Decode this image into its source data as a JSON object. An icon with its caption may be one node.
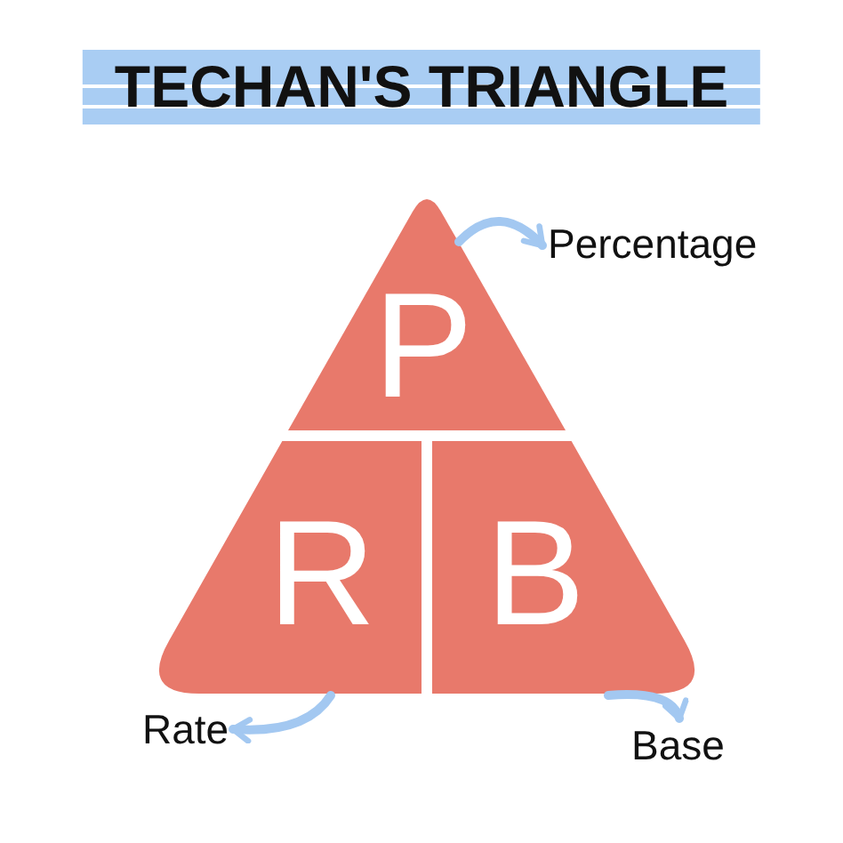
{
  "diagram": {
    "title": "TECHAN'S TRIANGLE",
    "nodes": [
      {
        "text": [
          "P"
        ]
      },
      {
        "text": [
          "R"
        ]
      },
      {
        "text": [
          "B"
        ]
      },
      {
        "text": [
          "Percentage"
        ]
      },
      {
        "text": [
          "Rate"
        ]
      },
      {
        "text": [
          "Base"
        ]
      }
    ],
    "edges": [
      {
        "from": 0,
        "to": 3,
        "arrow": "to"
      },
      {
        "from": 1,
        "to": 4,
        "arrow": "to"
      },
      {
        "from": 2,
        "to": 5,
        "arrow": "to"
      }
    ]
  }
}
